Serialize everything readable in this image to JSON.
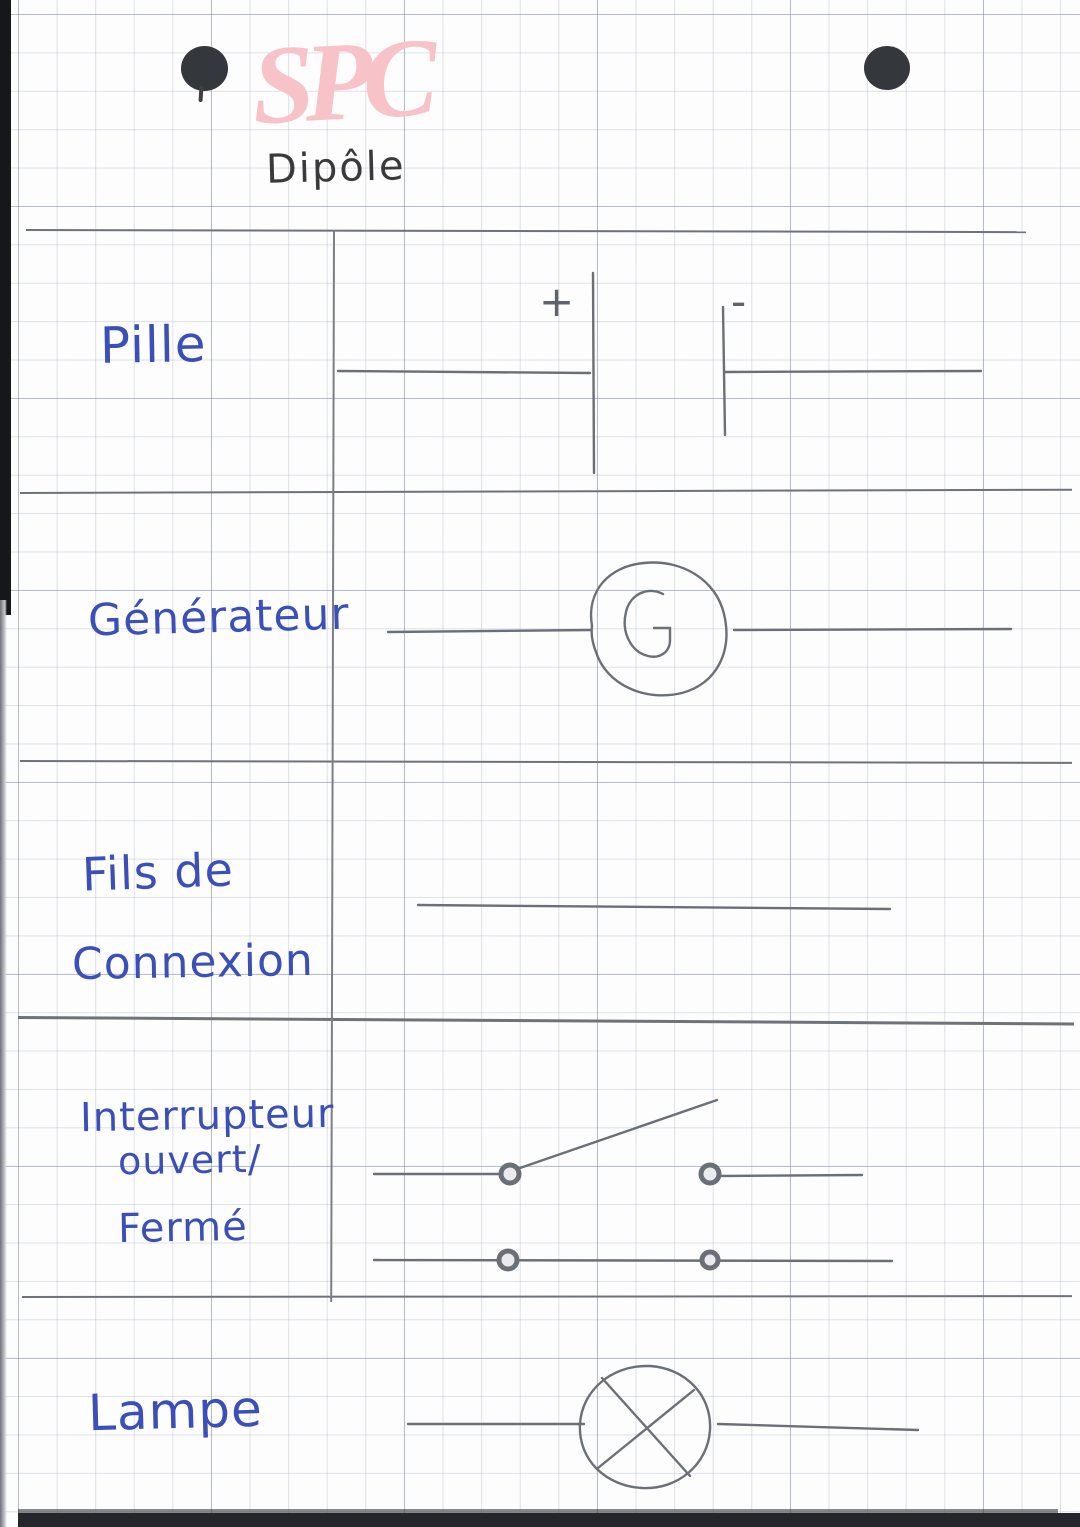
{
  "page": {
    "kind": "handwritten-notebook-page",
    "paper": "french-seyes-graph-paper",
    "watermark_text": "SPC",
    "watermark_color": "#f7c3c8",
    "title": "Dipôle",
    "ink_color": "#3b4fb8",
    "pencil_color": "#6e7279",
    "binder_holes": 2
  },
  "table": {
    "column_divider_label": "symbol-column",
    "rows": [
      {
        "id": "pile",
        "label": "Pille",
        "symbol": "battery",
        "symbol_marks": {
          "positive": "+",
          "negative": "-"
        }
      },
      {
        "id": "generateur",
        "label": "Générateur",
        "symbol": "generator-circle",
        "symbol_marks": {
          "letter": "G"
        }
      },
      {
        "id": "fils-de-connexion",
        "label_line1": "Fils de",
        "label_line2": "Connexion",
        "symbol": "plain-wire"
      },
      {
        "id": "interrupteur",
        "label_line1": "Interrupteur",
        "label_line2": "ouvert/",
        "label_line3": "Fermé",
        "symbol": "switch-open-and-closed"
      },
      {
        "id": "lampe",
        "label": "Lampe",
        "symbol": "lamp-circle-cross"
      }
    ]
  }
}
